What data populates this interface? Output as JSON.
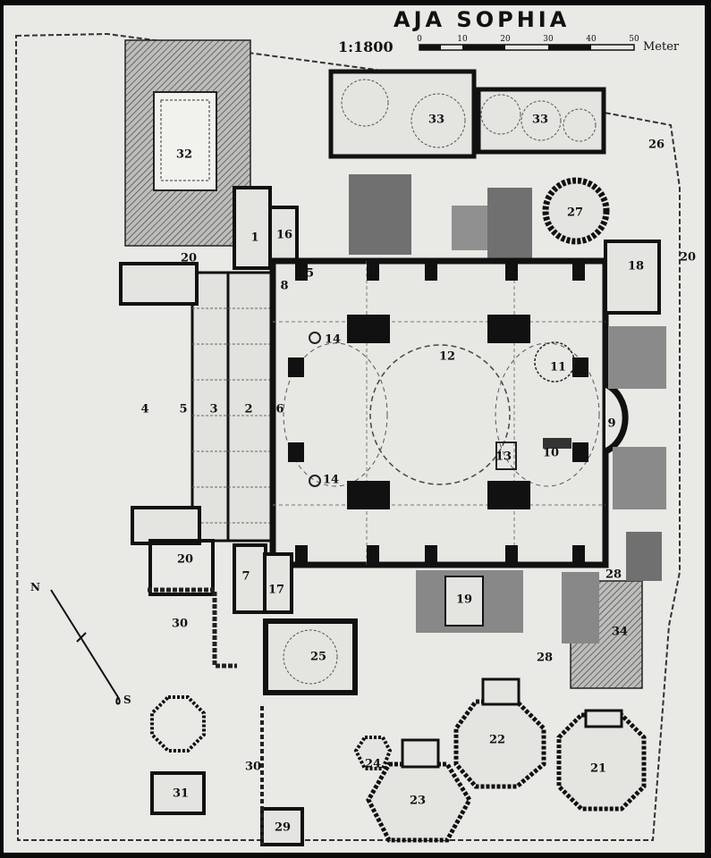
{
  "title": "AJA SOPHIA",
  "scale": {
    "ratio": "1:1800",
    "ticks": [
      "0",
      "10",
      "20",
      "30",
      "40",
      "50"
    ],
    "unit": "Meter"
  },
  "compass": {
    "north": "N",
    "south": "S"
  },
  "labels": [
    "1",
    "2",
    "3",
    "4",
    "5",
    "6",
    "7",
    "8",
    "9",
    "10",
    "11",
    "12",
    "13",
    "14",
    "14",
    "15",
    "16",
    "17",
    "18",
    "19",
    "20",
    "20",
    "20",
    "21",
    "22",
    "23",
    "24",
    "25",
    "26",
    "27",
    "28",
    "28",
    "29",
    "30",
    "30",
    "31",
    "32",
    "33",
    "33",
    "34"
  ],
  "colors": {
    "paper": "#e9e9e6",
    "ink": "#111111",
    "hatch_fill": "#bdbdbb",
    "grey_blocks": "#707070"
  },
  "icons": {
    "north_arrow": "north-arrow-icon"
  }
}
